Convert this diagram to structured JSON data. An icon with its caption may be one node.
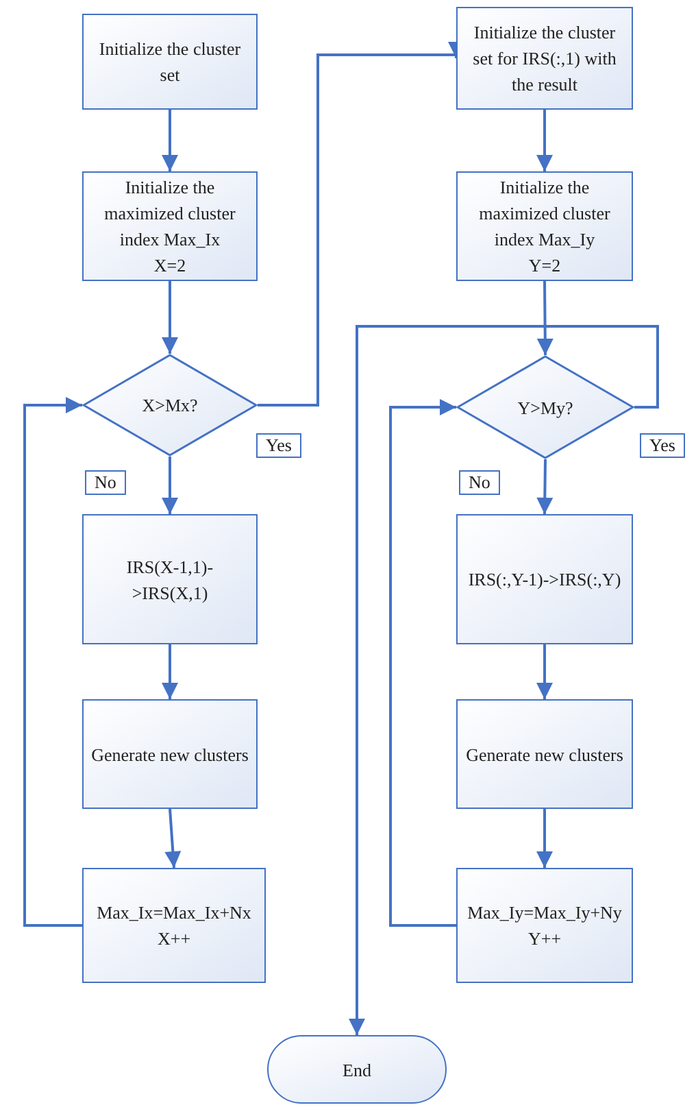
{
  "diagram": {
    "nodes": [
      {
        "text": [
          "Initialize the cluster set"
        ]
      },
      {
        "text": [
          "Initialize the maximized cluster index Max_Ix",
          "X=2"
        ]
      },
      {
        "text": [
          "X>Mx?"
        ]
      },
      {
        "text": [
          "IRS(X-1,1)->IRS(X,1)"
        ]
      },
      {
        "text": [
          "Generate new clusters"
        ]
      },
      {
        "text": [
          "Max_Ix=Max_Ix+Nx",
          "X++"
        ]
      },
      {
        "text": [
          "Initialize the cluster set for IRS(:,1) with the result"
        ]
      },
      {
        "text": [
          "Initialize the maximized cluster index Max_Iy",
          "Y=2"
        ]
      },
      {
        "text": [
          "Y>My?"
        ]
      },
      {
        "text": [
          "IRS(:,Y-1)->IRS(:,Y)"
        ]
      },
      {
        "text": [
          "Generate new clusters"
        ]
      },
      {
        "text": [
          "Max_Iy=Max_Iy+Ny",
          "Y++"
        ]
      },
      {
        "text": [
          "End"
        ]
      }
    ],
    "edges": [
      {
        "from": 0,
        "to": 1,
        "arrow": "to"
      },
      {
        "from": 1,
        "to": 2,
        "arrow": "to"
      },
      {
        "from": 2,
        "to": 6,
        "arrow": "to",
        "label": "Yes"
      },
      {
        "from": 2,
        "to": 3,
        "arrow": "to",
        "label": "No"
      },
      {
        "from": 3,
        "to": 4,
        "arrow": "to"
      },
      {
        "from": 4,
        "to": 5,
        "arrow": "to"
      },
      {
        "from": 5,
        "to": 2,
        "arrow": "to"
      },
      {
        "from": 6,
        "to": 7,
        "arrow": "to"
      },
      {
        "from": 7,
        "to": 8,
        "arrow": "to"
      },
      {
        "from": 8,
        "to": 12,
        "arrow": "to",
        "label": "Yes"
      },
      {
        "from": 8,
        "to": 9,
        "arrow": "to",
        "label": "No"
      },
      {
        "from": 9,
        "to": 10,
        "arrow": "to"
      },
      {
        "from": 10,
        "to": 11,
        "arrow": "to"
      },
      {
        "from": 11,
        "to": 8,
        "arrow": "to"
      }
    ]
  }
}
